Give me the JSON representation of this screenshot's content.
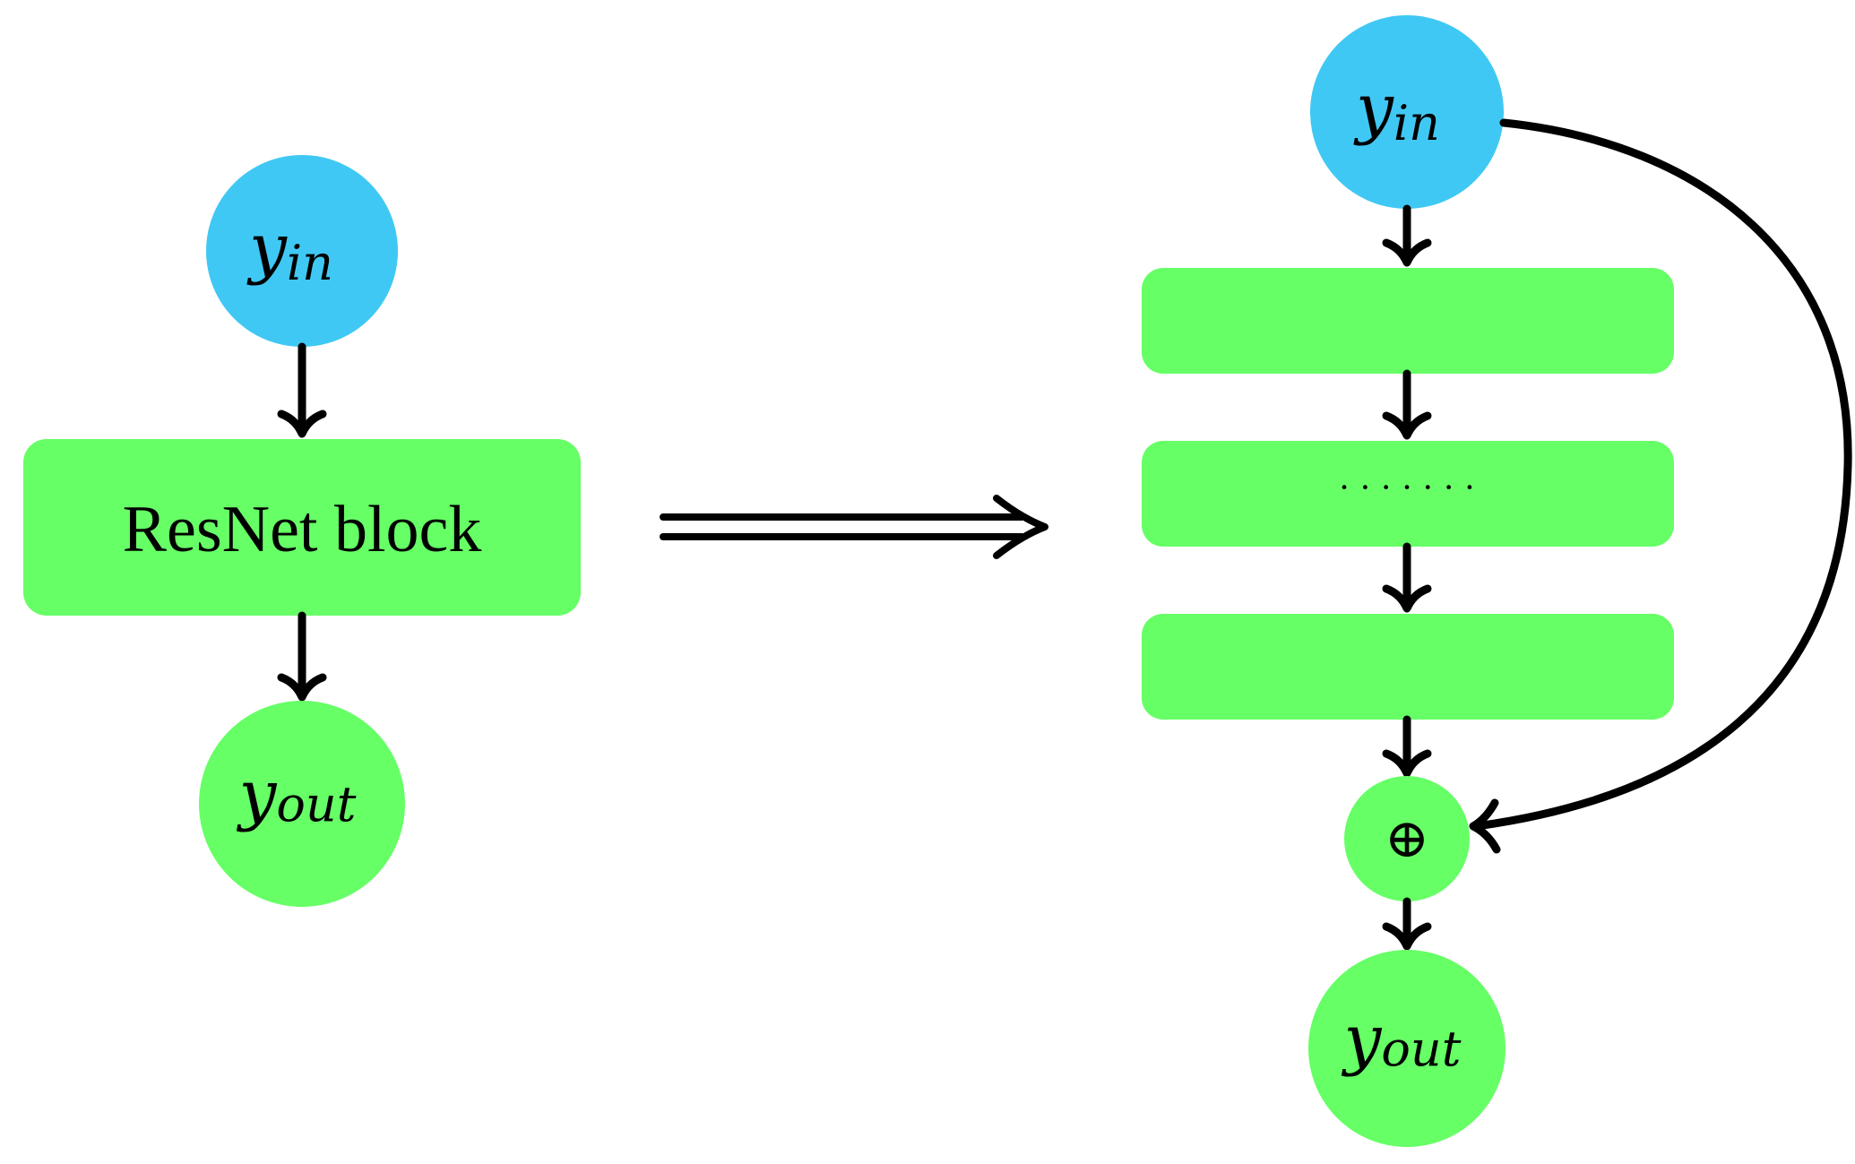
{
  "colors": {
    "input_node": "#40C8F4",
    "block_fill": "#66FF66",
    "output_node": "#66FF66",
    "stroke": "#000000",
    "background": "#FFFFFF"
  },
  "left": {
    "input": {
      "main": "y",
      "sub": "in"
    },
    "block": {
      "label": "ResNet block"
    },
    "output": {
      "main": "y",
      "sub": "out"
    }
  },
  "right": {
    "input": {
      "main": "y",
      "sub": "in"
    },
    "layers": [
      {
        "label": ""
      },
      {
        "label": "· · · · · · ·"
      },
      {
        "label": ""
      }
    ],
    "sum": {
      "symbol": "⊕"
    },
    "output": {
      "main": "y",
      "sub": "out"
    }
  }
}
